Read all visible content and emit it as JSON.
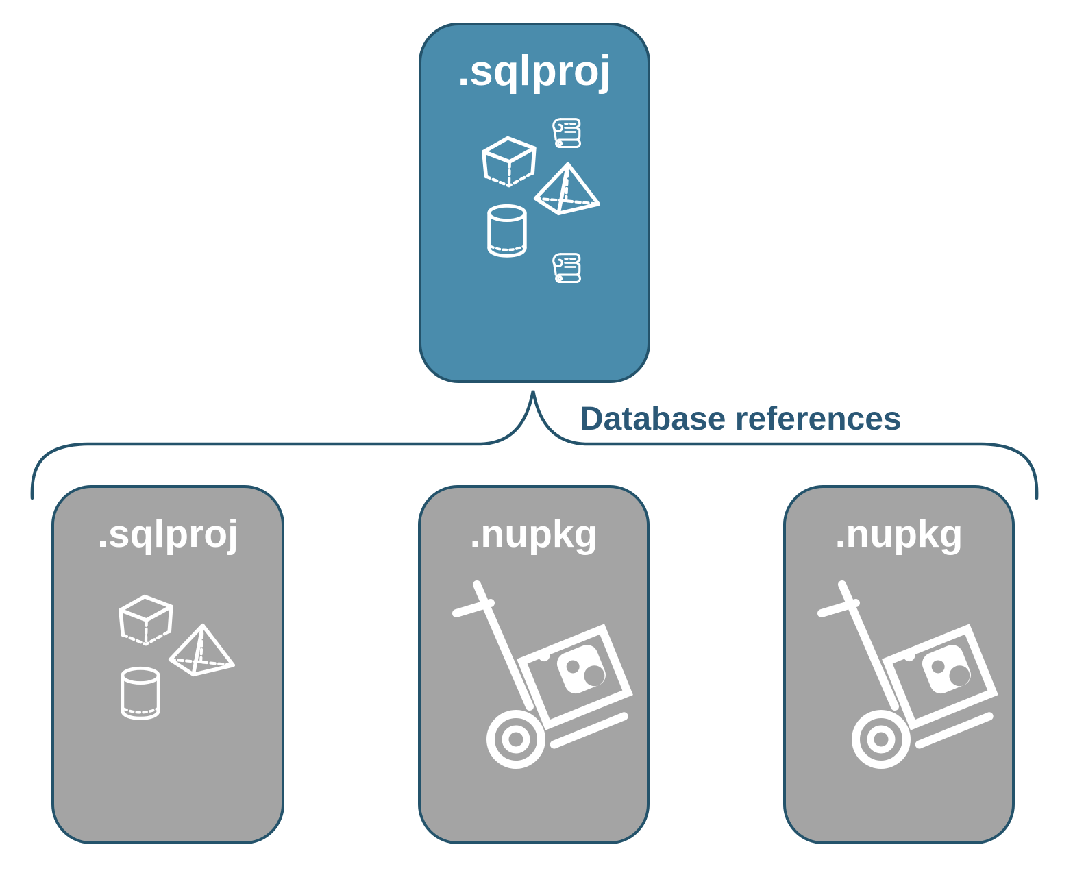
{
  "diagram": {
    "root": {
      "label": ".sqlproj",
      "icons": [
        "script-scroll-icon",
        "cube-icon",
        "pyramid-icon",
        "cylinder-icon",
        "script-scroll-icon"
      ]
    },
    "edge_label": "Database references",
    "children": [
      {
        "label": ".sqlproj",
        "icons": [
          "cube-icon",
          "pyramid-icon",
          "cylinder-icon"
        ]
      },
      {
        "label": ".nupkg",
        "icons": [
          "nuget-dolly-icon"
        ]
      },
      {
        "label": ".nupkg",
        "icons": [
          "nuget-dolly-icon"
        ]
      }
    ],
    "colors": {
      "root_fill": "#4A8CAC",
      "child_fill": "#A4A4A4",
      "outline": "#24536B",
      "label_text": "#2B5876",
      "icon": "#FFFFFF"
    }
  }
}
